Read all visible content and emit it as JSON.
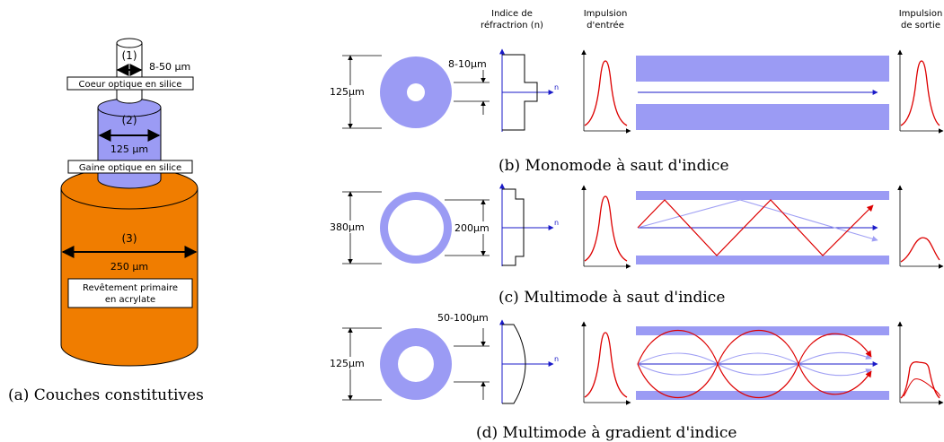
{
  "colors": {
    "lilac": "#9b9bf4",
    "orange": "#f07d00",
    "red": "#dd0000",
    "blue": "#1a1ac8",
    "light_blue": "#a0a0f4"
  },
  "layers": {
    "label_1": "(1)",
    "label_2": "(2)",
    "label_3": "(3)",
    "core_size": "8-50 µm",
    "cladding_size": "125 µm",
    "coating_size": "250 µm",
    "core_box": "Coeur optique en silice",
    "cladding_box": "Gaine optique en silice",
    "coating_box_line1": "Revêtement primaire",
    "coating_box_line2": "en acrylate",
    "caption": "(a) Couches constitutives"
  },
  "headers": {
    "index_line1": "Indice de",
    "index_line2": "réfractrion (n)",
    "input_line1": "Impulsion",
    "input_line2": "d'entrée",
    "output_line1": "Impulsion",
    "output_line2": "de sortie"
  },
  "rows": [
    {
      "outer": "125µm",
      "inner": "8-10µm",
      "axis": "n",
      "caption": "(b) Monomode à saut d'indice"
    },
    {
      "outer": "380µm",
      "inner": "200µm",
      "axis": "n",
      "caption": "(c) Multimode à saut d'indice"
    },
    {
      "outer": "125µm",
      "inner": "50-100µm",
      "axis": "n",
      "caption": "(d) Multimode à gradient d'indice"
    }
  ]
}
